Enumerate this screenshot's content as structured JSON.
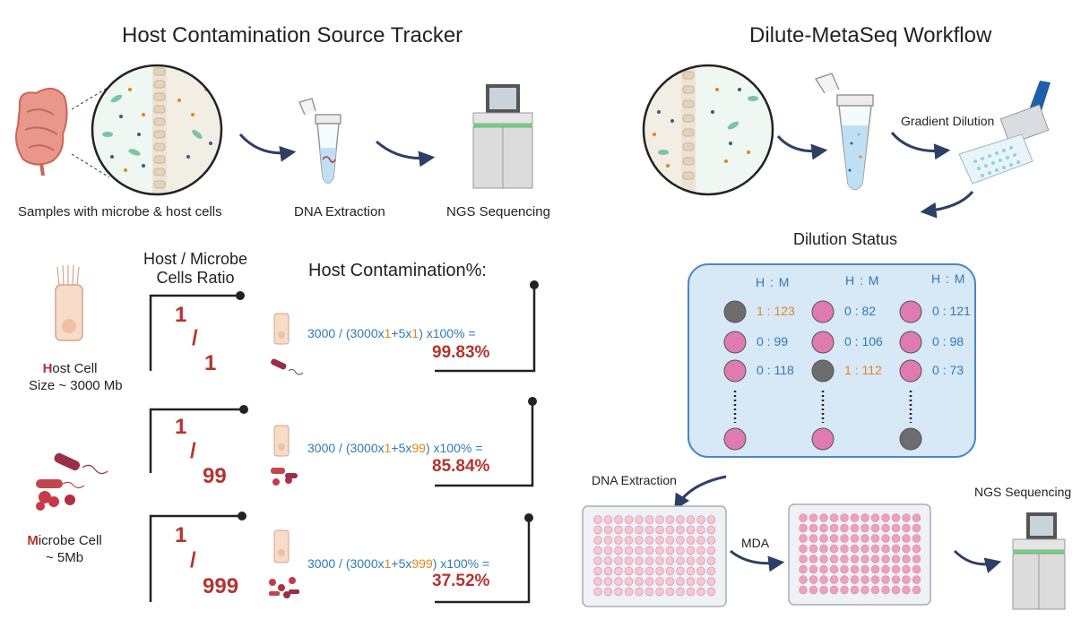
{
  "colors": {
    "accent_red": "#b5342e",
    "blue_text": "#2f7ab8",
    "orange_text": "#e0861e",
    "pink_dot": "#e07bb0",
    "gray_dot": "#6d6d6d",
    "panel_fill": "#d7e8f6",
    "panel_border": "#4d86c4",
    "arrow": "#2e3f66"
  },
  "left": {
    "title": "Host Contamination Source Tracker",
    "step_labels": {
      "samples": "Samples with microbe & host cells",
      "extraction": "DNA Extraction",
      "sequencing": "NGS Sequencing"
    },
    "ratio_header": [
      "Host / Microbe",
      "Cells Ratio"
    ],
    "contamination_header": "Host Contamination%:",
    "host_cell": {
      "initial": "H",
      "rest": "ost  Cell",
      "size": "Size ~ 3000 Mb"
    },
    "microbe_cell": {
      "initial": "M",
      "rest": "icrobe Cell",
      "size": "~ 5Mb"
    },
    "rows": [
      {
        "num": "1",
        "slash": "/",
        "den": "1",
        "f_pre": "3000  /  (3000x",
        "f_host": "1",
        "f_mid": "+5x",
        "f_mic": "1",
        "f_post": ")  x100% =",
        "percent": "99.83%"
      },
      {
        "num": "1",
        "slash": "/",
        "den": "99",
        "f_pre": "3000  /  (3000x",
        "f_host": "1",
        "f_mid": "+5x",
        "f_mic": "99",
        "f_post": ")  x100% =",
        "percent": "85.84%"
      },
      {
        "num": "1",
        "slash": "/",
        "den": "999",
        "f_pre": "3000  /  (3000x",
        "f_host": "1",
        "f_mid": "+5x",
        "f_mic": "999",
        "f_post": ")  x100% =",
        "percent": "37.52%"
      }
    ]
  },
  "right": {
    "title": "Dilute-MetaSeq Workflow",
    "gradient_label": "Gradient Dilution",
    "status_title": "Dilution Status",
    "column_header": "H : M",
    "columns": [
      {
        "wells": [
          {
            "label": "1 : 123",
            "state": "host"
          },
          {
            "label": "0 : 99",
            "state": "clean"
          },
          {
            "label": "0 : 118",
            "state": "clean"
          }
        ],
        "last": "clean"
      },
      {
        "wells": [
          {
            "label": "0 : 82",
            "state": "clean"
          },
          {
            "label": "0 : 106",
            "state": "clean"
          },
          {
            "label": "1 : 112",
            "state": "host"
          }
        ],
        "last": "clean"
      },
      {
        "wells": [
          {
            "label": "0 : 121",
            "state": "clean"
          },
          {
            "label": "0 : 98",
            "state": "clean"
          },
          {
            "label": "0 : 73",
            "state": "clean"
          }
        ],
        "last": "host"
      }
    ],
    "bottom_labels": {
      "extraction": "DNA Extraction",
      "mda": "MDA",
      "sequencing": "NGS Sequencing"
    }
  }
}
